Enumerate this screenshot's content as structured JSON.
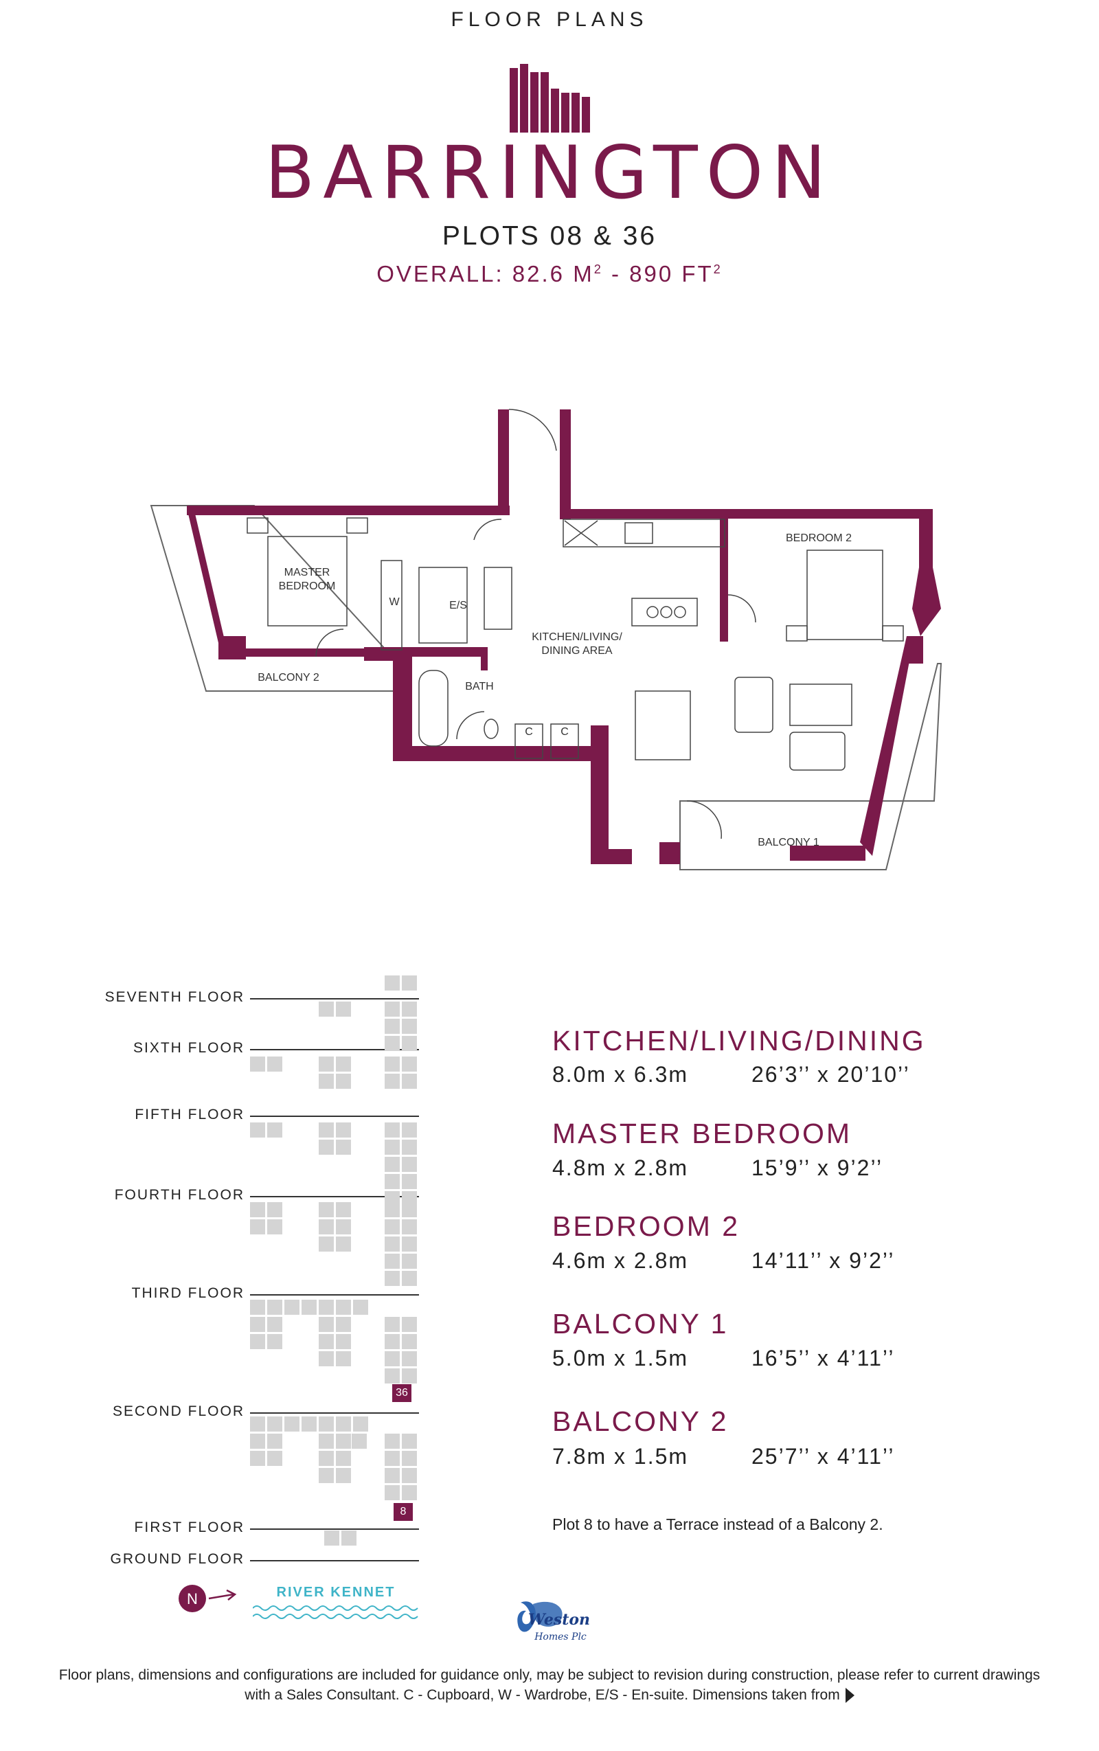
{
  "header": {
    "section_label": "FLOOR PLANS",
    "development_name": "BARRINGTON",
    "plots": "PLOTS 08 & 36",
    "overall_prefix": "OVERALL: 82.6 M",
    "overall_mid": " - 890 FT",
    "overall_sup": "2"
  },
  "plan_labels": {
    "master_bedroom_1": "MASTER",
    "master_bedroom_2": "BEDROOM",
    "wardrobe": "W",
    "ensuite": "E/S",
    "kitchen_1": "KITCHEN/LIVING/",
    "kitchen_2": "DINING AREA",
    "bedroom2": "BEDROOM 2",
    "bath": "BATH",
    "cupboard_a": "C",
    "cupboard_b": "C",
    "balcony1": "BALCONY 1",
    "balcony2": "BALCONY 2"
  },
  "floors": [
    {
      "label": "SEVENTH FLOOR"
    },
    {
      "label": "SIXTH FLOOR"
    },
    {
      "label": "FIFTH FLOOR"
    },
    {
      "label": "FOURTH FLOOR"
    },
    {
      "label": "THIRD FLOOR"
    },
    {
      "label": "SECOND FLOOR"
    },
    {
      "label": "FIRST FLOOR"
    },
    {
      "label": "GROUND FLOOR"
    }
  ],
  "plot_badges": {
    "upper": "36",
    "lower": "8"
  },
  "compass": {
    "letter": "N"
  },
  "river": "RIVER KENNET",
  "rooms": [
    {
      "name": "KITCHEN/LIVING/DINING",
      "metric": "8.0m x 6.3m",
      "imperial": "26’3’’ x 20’10’’"
    },
    {
      "name": "MASTER BEDROOM",
      "metric": "4.8m x 2.8m",
      "imperial": "15’9’’ x 9’2’’"
    },
    {
      "name": "BEDROOM 2",
      "metric": "4.6m x 2.8m",
      "imperial": "14’11’’ x 9’2’’"
    },
    {
      "name": "BALCONY 1",
      "metric": "5.0m x 1.5m",
      "imperial": "16’5’’ x 4’11’’"
    },
    {
      "name": "BALCONY 2",
      "metric": "7.8m x 1.5m",
      "imperial": "25’7’’ x 4’11’’"
    }
  ],
  "note": "Plot 8 to have a Terrace instead of a Balcony 2.",
  "logo": {
    "line1": "Weston",
    "line2": "Homes Plc"
  },
  "disclaimer": {
    "line1": "Floor plans, dimensions and configurations are included for guidance only, may be subject to revision during construction, please refer to current drawings",
    "line2": "with a Sales Consultant. C - Cupboard, W - Wardrobe, E/S - En-suite. Dimensions taken from"
  },
  "colors": {
    "brand": "#7a1a4a",
    "river": "#3fb4c8",
    "unit": "#d4d4d4"
  }
}
